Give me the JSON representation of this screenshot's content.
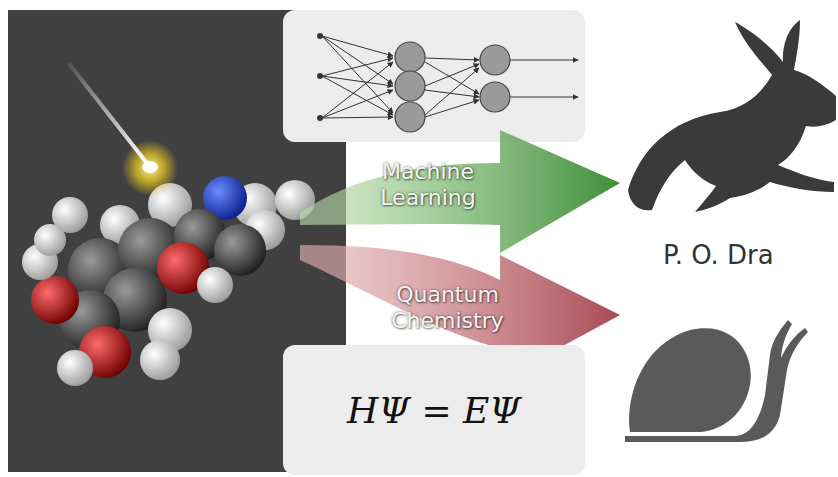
{
  "diagram": {
    "nodes": [
      {
        "text": [
          "Machine Learning"
        ]
      },
      {
        "text": [
          "Quantum Chemistry"
        ]
      },
      {
        "text": [
          "HΨ = EΨ"
        ]
      }
    ],
    "labels": [
      "P. O. Dra"
    ]
  }
}
